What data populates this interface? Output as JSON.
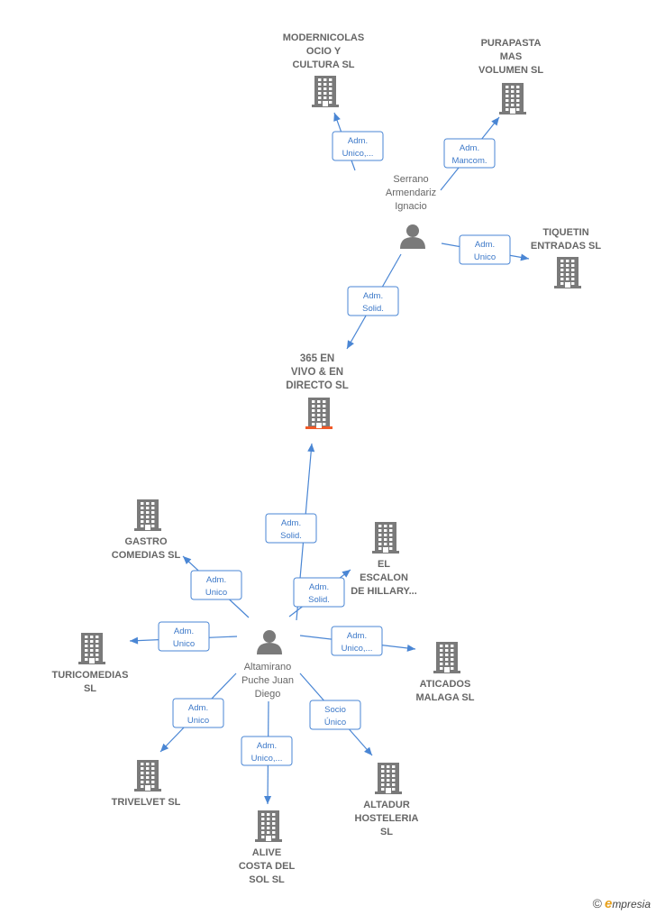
{
  "colors": {
    "edge": "#4a86d4",
    "company_icon": "#7a7a7a",
    "focus_company_icon": "#f05a28",
    "person_icon": "#7a7a7a",
    "brand_accent": "#e8a01b"
  },
  "nodes": [
    {
      "id": "modernicolas",
      "kind": "company",
      "label": [
        "MODERNICOLAS",
        "OCIO Y",
        "CULTURA SL"
      ]
    },
    {
      "id": "purapasta",
      "kind": "company",
      "label": [
        "PURAPASTA",
        "MAS",
        "VOLUMEN SL"
      ]
    },
    {
      "id": "serrano",
      "kind": "person",
      "label": [
        "Serrano",
        "Armendariz",
        "Ignacio"
      ]
    },
    {
      "id": "tiquetin",
      "kind": "company",
      "label": [
        "TIQUETIN",
        "ENTRADAS  SL"
      ]
    },
    {
      "id": "365envivo",
      "kind": "company",
      "focus": true,
      "label": [
        "365 EN",
        "VIVO & EN",
        "DIRECTO  SL"
      ]
    },
    {
      "id": "gastro",
      "kind": "company",
      "label": [
        "GASTRO",
        "COMEDIAS  SL"
      ]
    },
    {
      "id": "escalon",
      "kind": "company",
      "label": [
        "EL",
        "ESCALON",
        "DE HILLARY..."
      ]
    },
    {
      "id": "altamirano",
      "kind": "person",
      "label": [
        "Altamirano",
        "Puche Juan",
        "Diego"
      ]
    },
    {
      "id": "turicomedias",
      "kind": "company",
      "label": [
        "TURICOMEDIAS",
        "SL"
      ]
    },
    {
      "id": "aticados",
      "kind": "company",
      "label": [
        "ATICADOS",
        "MALAGA  SL"
      ]
    },
    {
      "id": "trivelvet",
      "kind": "company",
      "label": [
        "TRIVELVET SL"
      ]
    },
    {
      "id": "altadur",
      "kind": "company",
      "label": [
        "ALTADUR",
        "HOSTELERIA",
        "SL"
      ]
    },
    {
      "id": "alive",
      "kind": "company",
      "label": [
        "ALIVE",
        "COSTA DEL",
        "SOL  SL"
      ]
    }
  ],
  "edges": [
    {
      "from": "serrano",
      "to": "modernicolas",
      "label": [
        "Adm.",
        "Unico,..."
      ]
    },
    {
      "from": "serrano",
      "to": "purapasta",
      "label": [
        "Adm.",
        "Mancom."
      ]
    },
    {
      "from": "serrano",
      "to": "tiquetin",
      "label": [
        "Adm.",
        "Unico"
      ]
    },
    {
      "from": "serrano",
      "to": "365envivo",
      "label": [
        "Adm.",
        "Solid."
      ]
    },
    {
      "from": "altamirano",
      "to": "365envivo",
      "label": [
        "Adm.",
        "Solid."
      ]
    },
    {
      "from": "altamirano",
      "to": "gastro",
      "label": [
        "Adm.",
        "Unico"
      ]
    },
    {
      "from": "altamirano",
      "to": "escalon",
      "label": [
        "Adm.",
        "Solid."
      ]
    },
    {
      "from": "altamirano",
      "to": "turicomedias",
      "label": [
        "Adm.",
        "Unico"
      ]
    },
    {
      "from": "altamirano",
      "to": "aticados",
      "label": [
        "Adm.",
        "Unico,..."
      ]
    },
    {
      "from": "altamirano",
      "to": "trivelvet",
      "label": [
        "Adm.",
        "Unico"
      ]
    },
    {
      "from": "altamirano",
      "to": "altadur",
      "label": [
        "Socio",
        "Único"
      ]
    },
    {
      "from": "altamirano",
      "to": "alive",
      "label": [
        "Adm.",
        "Unico,..."
      ]
    }
  ],
  "brand": {
    "copyright": "©",
    "initial": "e",
    "rest": "mpresia"
  }
}
